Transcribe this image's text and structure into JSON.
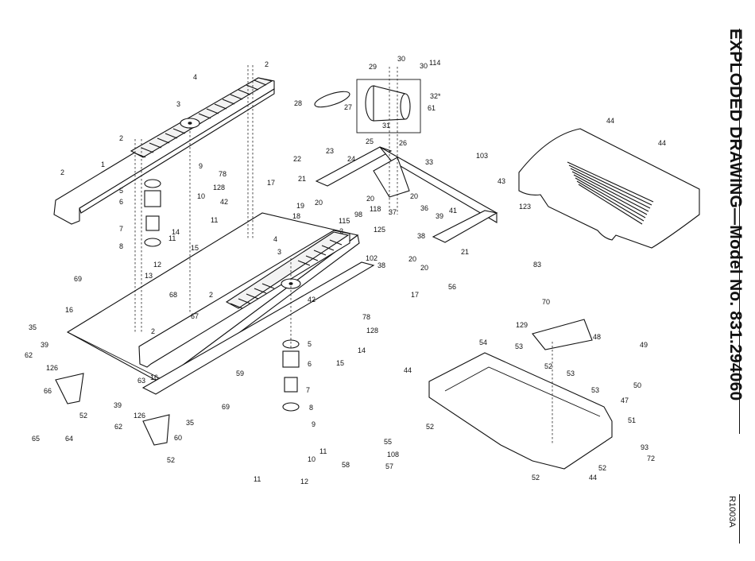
{
  "document": {
    "title": "EXPLODED DRAWING—Model No. 831.294060",
    "drawing_code": "R1003A"
  },
  "parts": {
    "p1": "1",
    "p2a": "2",
    "p2b": "2",
    "p2c": "2",
    "p2d": "2",
    "p2e": "2",
    "p2f": "2",
    "p3a": "3",
    "p3b": "3",
    "p4a": "4",
    "p4b": "4",
    "p5a": "5",
    "p5b": "5",
    "p6a": "6",
    "p6b": "6",
    "p7a": "7",
    "p7b": "7",
    "p8a": "8",
    "p8b": "8",
    "p9a": "9",
    "p9b": "9",
    "p10a": "10",
    "p10b": "10",
    "p11a": "11",
    "p11b": "11",
    "p11c": "11",
    "p11d": "11",
    "p12a": "12",
    "p12b": "12",
    "p13": "13",
    "p14a": "14",
    "p14b": "14",
    "p15a": "15",
    "p15b": "15",
    "p16a": "16",
    "p16b": "16",
    "p17a": "17",
    "p17b": "17",
    "p18": "18",
    "p19": "19",
    "p20a": "20",
    "p20b": "20",
    "p20c": "20",
    "p20d": "20",
    "p20e": "20",
    "p20f": "20",
    "p21a": "21",
    "p21b": "21",
    "p22": "22",
    "p23": "23",
    "p24": "24",
    "p25": "25",
    "p26": "26",
    "p27": "27",
    "p28": "28",
    "p29": "29",
    "p30a": "30",
    "p30b": "30",
    "p31": "31",
    "p32": "32*",
    "p33": "33",
    "p35a": "35",
    "p35b": "35",
    "p36": "36",
    "p37": "37",
    "p38a": "38",
    "p38b": "38",
    "p39a": "39",
    "p39b": "39",
    "p39c": "39",
    "p41": "41",
    "p42a": "42",
    "p42b": "42",
    "p43": "43",
    "p44a": "44",
    "p44b": "44",
    "p44c": "44",
    "p44d": "44",
    "p47": "47",
    "p48": "48",
    "p49": "49",
    "p50": "50",
    "p51": "51",
    "p52a": "52",
    "p52b": "52",
    "p52c": "52",
    "p52d": "52",
    "p52e": "52",
    "p52f": "52",
    "p53a": "53",
    "p53b": "53",
    "p53c": "53",
    "p54": "54",
    "p55": "55",
    "p56": "56",
    "p57": "57",
    "p58": "58",
    "p59": "59",
    "p60": "60",
    "p61": "61",
    "p62a": "62",
    "p62b": "62",
    "p63": "63",
    "p64": "64",
    "p65": "65",
    "p66": "66",
    "p67": "67",
    "p68": "68",
    "p69a": "69",
    "p69b": "69",
    "p70": "70",
    "p72": "72",
    "p78a": "78",
    "p78b": "78",
    "p83": "83",
    "p93": "93",
    "p98": "98",
    "p102": "102",
    "p103": "103",
    "p108": "108",
    "p114": "114",
    "p115": "115",
    "p118": "118",
    "p123": "123",
    "p125": "125",
    "p126a": "126",
    "p126b": "126",
    "p128a": "128",
    "p128b": "128",
    "p129": "129"
  }
}
